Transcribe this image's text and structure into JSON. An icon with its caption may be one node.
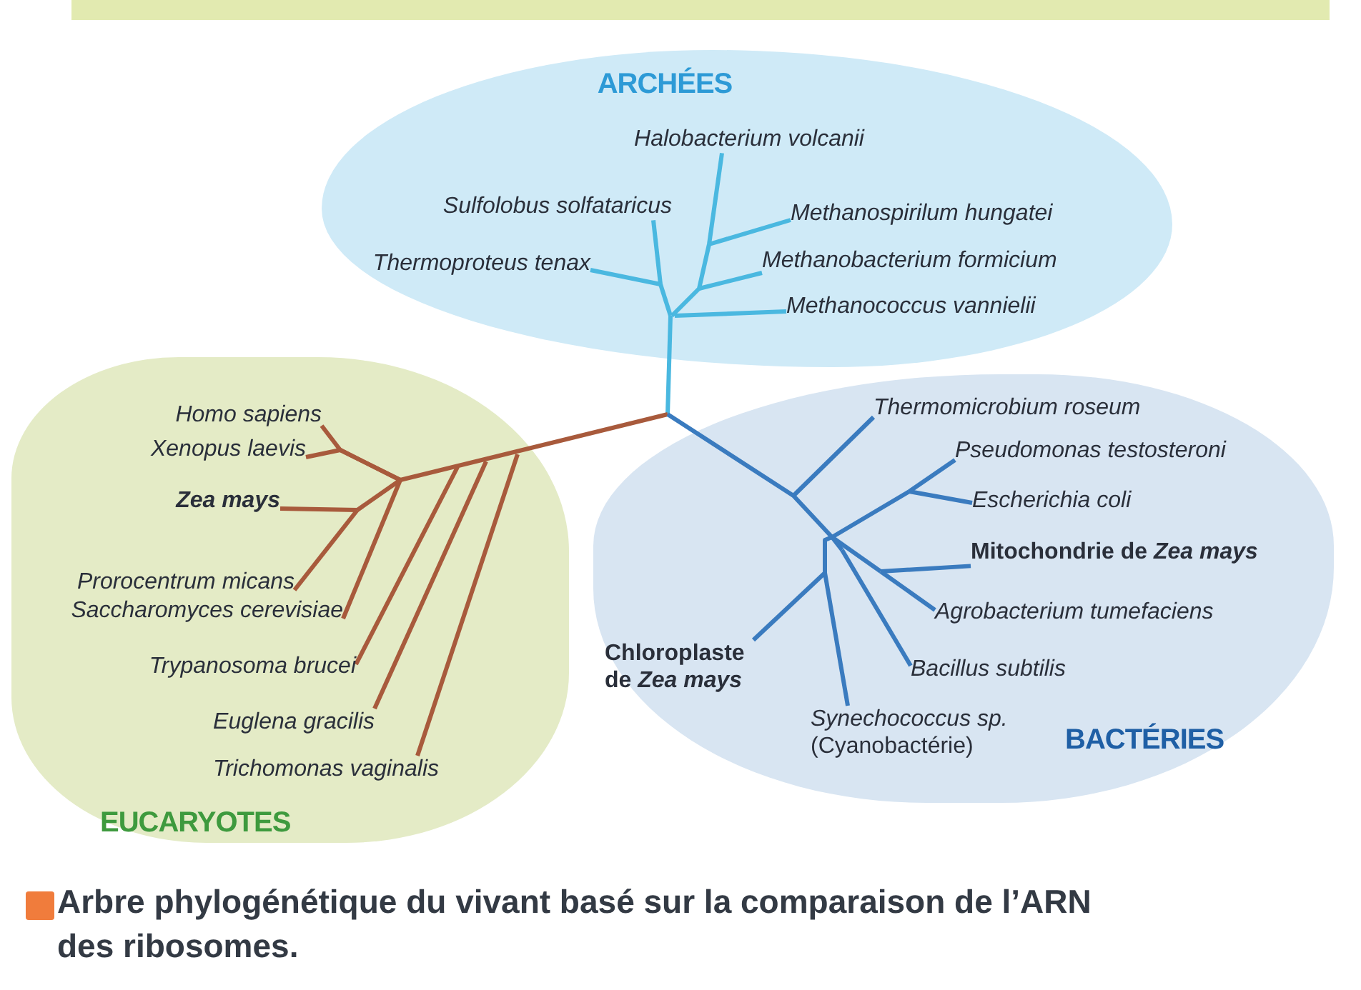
{
  "diagram": {
    "caption": "Arbre phylogénétique du vivant basé sur la comparaison de l’ARN des ribosomes.",
    "nodes": [
      {
        "text": [
          "ARCHÉES"
        ]
      },
      {
        "text": [
          "Halobacterium volcanii"
        ],
        "in": 0
      },
      {
        "text": [
          "Sulfolobus solfataricus"
        ],
        "in": 0
      },
      {
        "text": [
          "Thermoproteus tenax"
        ],
        "in": 0
      },
      {
        "text": [
          "Methanospirilum hungatei"
        ],
        "in": 0
      },
      {
        "text": [
          "Methanobacterium formicium"
        ],
        "in": 0
      },
      {
        "text": [
          "Methanococcus vannielii"
        ],
        "in": 0
      },
      {
        "text": [
          "EUCARYOTES"
        ]
      },
      {
        "text": [
          "Homo sapiens"
        ],
        "in": 7
      },
      {
        "text": [
          "Xenopus laevis"
        ],
        "in": 7
      },
      {
        "text": [
          "Zea mays"
        ],
        "in": 7
      },
      {
        "text": [
          "Prorocentrum micans"
        ],
        "in": 7
      },
      {
        "text": [
          "Saccharomyces cerevisiae"
        ],
        "in": 7
      },
      {
        "text": [
          "Trypanosoma brucei"
        ],
        "in": 7
      },
      {
        "text": [
          "Euglena gracilis"
        ],
        "in": 7
      },
      {
        "text": [
          "Trichomonas vaginalis"
        ],
        "in": 7
      },
      {
        "text": [
          "BACTÉRIES"
        ]
      },
      {
        "text": [
          "Thermomicrobium roseum"
        ],
        "in": 16
      },
      {
        "text": [
          "Pseudomonas testosteroni"
        ],
        "in": 16
      },
      {
        "text": [
          "Escherichia coli"
        ],
        "in": 16
      },
      {
        "text": [
          "Mitochondrie de *Zea mays*"
        ],
        "in": 16
      },
      {
        "text": [
          "Agrobacterium tumefaciens"
        ],
        "in": 16
      },
      {
        "text": [
          "Bacillus subtilis"
        ],
        "in": 16
      },
      {
        "text": [
          "Chloroplaste de *Zea mays*"
        ],
        "in": 16
      },
      {
        "text": [
          "*Synechococcus sp.* (Cyanobactérie)"
        ],
        "in": 16
      }
    ],
    "edges": [
      {
        "from": 1,
        "to": null,
        "arrow": "none",
        "color": "#4ab8e0"
      },
      {
        "from": 2,
        "to": null,
        "arrow": "none",
        "color": "#4ab8e0"
      },
      {
        "from": 3,
        "to": null,
        "arrow": "none",
        "color": "#4ab8e0"
      },
      {
        "from": 4,
        "to": null,
        "arrow": "none",
        "color": "#4ab8e0"
      },
      {
        "from": 5,
        "to": null,
        "arrow": "none",
        "color": "#4ab8e0"
      },
      {
        "from": 6,
        "to": null,
        "arrow": "none",
        "color": "#4ab8e0"
      },
      {
        "from": 8,
        "to": null,
        "arrow": "none",
        "color": "#a85a3c"
      },
      {
        "from": 9,
        "to": null,
        "arrow": "none",
        "color": "#a85a3c"
      },
      {
        "from": 10,
        "to": null,
        "arrow": "none",
        "color": "#a85a3c"
      },
      {
        "from": 11,
        "to": null,
        "arrow": "none",
        "color": "#a85a3c"
      },
      {
        "from": 12,
        "to": null,
        "arrow": "none",
        "color": "#a85a3c"
      },
      {
        "from": 13,
        "to": null,
        "arrow": "none",
        "color": "#a85a3c"
      },
      {
        "from": 14,
        "to": null,
        "arrow": "none",
        "color": "#a85a3c"
      },
      {
        "from": 15,
        "to": null,
        "arrow": "none",
        "color": "#a85a3c"
      },
      {
        "from": 17,
        "to": null,
        "arrow": "none",
        "color": "#3a7bbf"
      },
      {
        "from": 18,
        "to": null,
        "arrow": "none",
        "color": "#3a7bbf"
      },
      {
        "from": 19,
        "to": null,
        "arrow": "none",
        "color": "#3a7bbf"
      },
      {
        "from": 20,
        "to": null,
        "arrow": "none",
        "color": "#3a7bbf"
      },
      {
        "from": 21,
        "to": null,
        "arrow": "none",
        "color": "#3a7bbf"
      },
      {
        "from": 22,
        "to": null,
        "arrow": "none",
        "color": "#3a7bbf"
      },
      {
        "from": 23,
        "to": null,
        "arrow": "none",
        "color": "#3a7bbf"
      },
      {
        "from": 24,
        "to": null,
        "arrow": "none",
        "color": "#3a7bbf"
      }
    ]
  }
}
